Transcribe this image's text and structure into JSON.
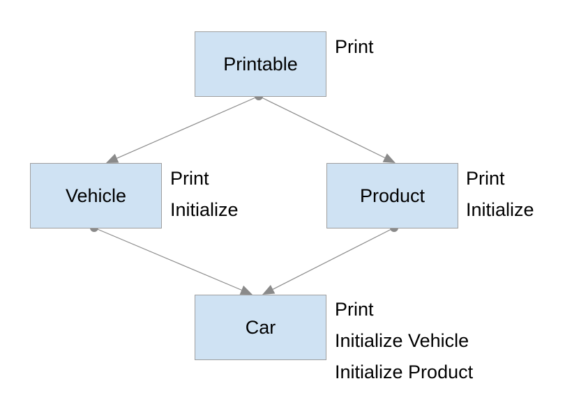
{
  "colors": {
    "box_fill": "#cfe2f3",
    "box_border": "#9e9e9e",
    "connector": "#8a8a8a"
  },
  "nodes": {
    "printable": {
      "label": "Printable",
      "methods": [
        "Print"
      ]
    },
    "vehicle": {
      "label": "Vehicle",
      "methods": [
        "Print",
        "Initialize"
      ]
    },
    "product": {
      "label": "Product",
      "methods": [
        "Print",
        "Initialize"
      ]
    },
    "car": {
      "label": "Car",
      "methods": [
        "Print",
        "Initialize Vehicle",
        "Initialize Product"
      ]
    }
  },
  "edges": [
    {
      "from": "printable",
      "to": "vehicle"
    },
    {
      "from": "printable",
      "to": "product"
    },
    {
      "from": "vehicle",
      "to": "car"
    },
    {
      "from": "product",
      "to": "car"
    }
  ]
}
